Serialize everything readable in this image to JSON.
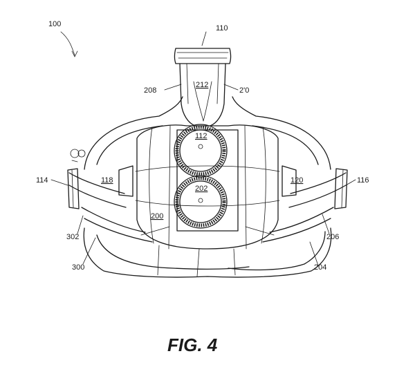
{
  "figure": {
    "caption": "FIG. 4",
    "labels": {
      "device": "100",
      "top_strap": "110",
      "front_cover": "112",
      "left_end": "114",
      "right_end": "116",
      "left_arm": "118",
      "right_arm": "120",
      "housing": "200",
      "lower_cover": "202",
      "right_lower": "204",
      "right_strap": "206",
      "left_upper": "208",
      "right_upper": "2'0",
      "strap_inner": "212",
      "left_lower": "300",
      "left_strap": "302"
    }
  }
}
